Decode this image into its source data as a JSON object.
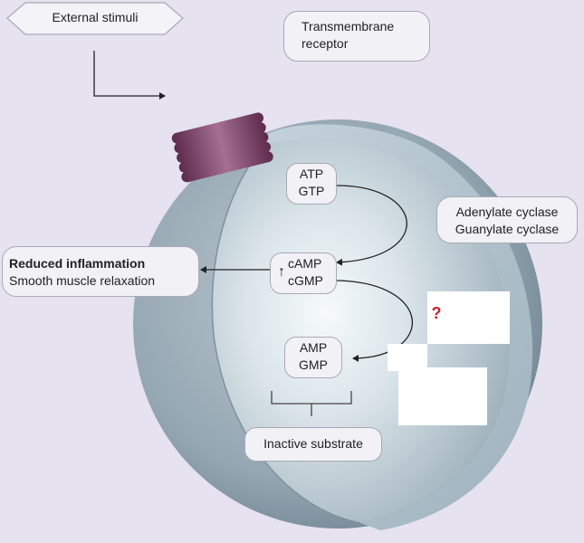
{
  "labels": {
    "external_stimuli": "External stimuli",
    "transmembrane_receptor_line1": "Transmembrane",
    "transmembrane_receptor_line2": "receptor",
    "atp": "ATP",
    "gtp": "GTP",
    "adenylate_cyclase": "Adenylate cyclase",
    "guanylate_cyclase": "Guanylate cyclase",
    "reduced_inflammation": "Reduced inflammation",
    "smooth_muscle_relaxation": "Smooth muscle relaxation",
    "camp": "cAMP",
    "cgmp": "cGMP",
    "up_arrow": "↑",
    "amp": "AMP",
    "gmp": "GMP",
    "inactive_substrate": "Inactive substrate",
    "question_mark": "?"
  },
  "colors": {
    "background": "#e6e2ef",
    "cell_body": "#8fa1ad",
    "cell_rim": "#a9bcc8",
    "cytoplasm_light": "#f4f8fa",
    "receptor": "#7a3b66",
    "question_mark": "#c8202a",
    "pill_fill": "#f1f1f6",
    "pill_border": "#a9a9b8"
  }
}
